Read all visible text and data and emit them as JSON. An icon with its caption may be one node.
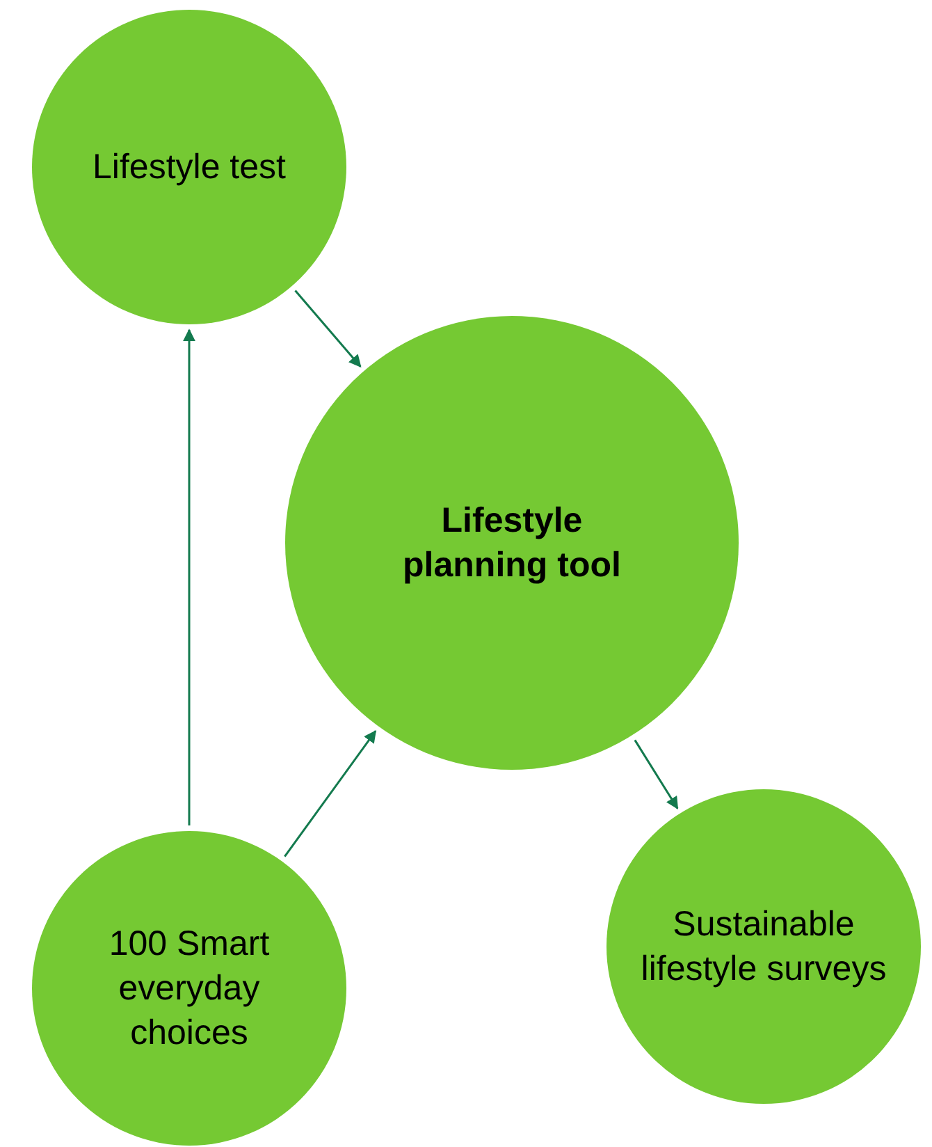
{
  "diagram": {
    "nodes": [
      {
        "text": [
          "Lifestyle test"
        ]
      },
      {
        "text": [
          "Lifestyle planning tool"
        ]
      },
      {
        "text": [
          "100 Smart everyday choices"
        ]
      },
      {
        "text": [
          "Sustainable lifestyle surveys"
        ]
      }
    ],
    "edges": [
      {
        "from": 0,
        "to": 1,
        "arrow": "to"
      },
      {
        "from": 2,
        "to": 0,
        "arrow": "to"
      },
      {
        "from": 2,
        "to": 1,
        "arrow": "to"
      },
      {
        "from": 1,
        "to": 3,
        "arrow": "to"
      }
    ]
  }
}
